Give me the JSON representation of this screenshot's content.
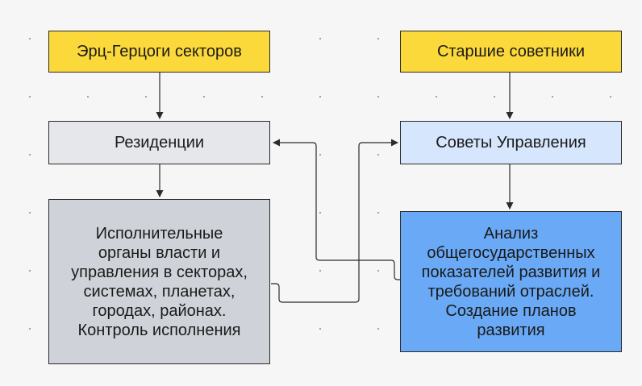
{
  "nodes": {
    "erc_herzogi": "Эрц-Герцоги секторов",
    "senior_advisors": "Старшие советники",
    "residencies": "Резиденции",
    "governance_councils": "Советы Управления",
    "executive_bodies": "Исполнительные органы власти и управления в секторах, системах, планетах, городах, районах. Контроль исполнения",
    "analysis": "Анализ общегосударственных показателей развития и требований отраслей. Создание планов развития"
  },
  "colors": {
    "background": "#f6f6f6",
    "yellow": "#fcd93a",
    "gray": "#e6e7ea",
    "gray_dark": "#cfd3d9",
    "light_blue": "#d6e6fc",
    "blue": "#6aa9f5",
    "line": "#2b2b2b"
  }
}
